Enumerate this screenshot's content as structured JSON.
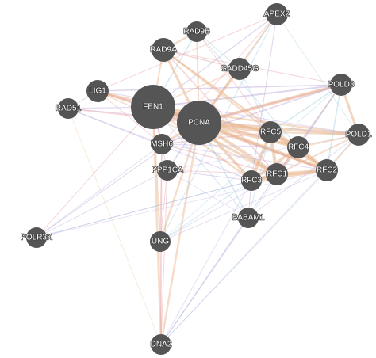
{
  "network": {
    "edge_colors": [
      "#e8b48a",
      "#b7a4d6",
      "#9fcfe0",
      "#e8a3a8",
      "#c7b8e4",
      "#f0c79a"
    ],
    "node_color": "#555555",
    "nodes": [
      {
        "id": "APEX2",
        "label": "APEX2"
      },
      {
        "id": "RAD9B",
        "label": "RAD9B"
      },
      {
        "id": "RAD9A",
        "label": "RAD9A"
      },
      {
        "id": "GADD45G",
        "label": "GADD45G"
      },
      {
        "id": "LIG1",
        "label": "LIG1"
      },
      {
        "id": "RAD51",
        "label": "RAD51"
      },
      {
        "id": "FEN1",
        "label": "FEN1"
      },
      {
        "id": "PCNA",
        "label": "PCNA"
      },
      {
        "id": "POLD3",
        "label": "POLD3"
      },
      {
        "id": "RFC5",
        "label": "RFC5"
      },
      {
        "id": "POLD1",
        "label": "POLD1"
      },
      {
        "id": "RFC4",
        "label": "RFC4"
      },
      {
        "id": "MSH6",
        "label": "MSH6"
      },
      {
        "id": "PPP1CA",
        "label": "PPP1CA"
      },
      {
        "id": "RFC3",
        "label": "RFC3"
      },
      {
        "id": "RFC1",
        "label": "RFC1"
      },
      {
        "id": "RFC2",
        "label": "RFC2"
      },
      {
        "id": "BABAM1",
        "label": "BABAM1"
      },
      {
        "id": "POLR3K",
        "label": "POLR3K"
      },
      {
        "id": "UNG",
        "label": "UNG"
      },
      {
        "id": "DNA2",
        "label": "DNA2"
      }
    ],
    "edges": [
      [
        "FEN1",
        "PCNA",
        0,
        6
      ],
      [
        "FEN1",
        "PCNA",
        3,
        3
      ],
      [
        "FEN1",
        "RFC5",
        0,
        3
      ],
      [
        "FEN1",
        "RFC4",
        0,
        2.5
      ],
      [
        "FEN1",
        "RFC1",
        0,
        3
      ],
      [
        "FEN1",
        "RFC2",
        0,
        3
      ],
      [
        "FEN1",
        "RFC3",
        0,
        2.5
      ],
      [
        "FEN1",
        "POLD1",
        0,
        2.5
      ],
      [
        "FEN1",
        "POLD3",
        1,
        2
      ],
      [
        "FEN1",
        "LIG1",
        3,
        2
      ],
      [
        "FEN1",
        "RAD9A",
        0,
        2
      ],
      [
        "FEN1",
        "RAD9B",
        2,
        1.5
      ],
      [
        "FEN1",
        "GADD45G",
        0,
        1.5
      ],
      [
        "FEN1",
        "APEX2",
        1,
        1.2
      ],
      [
        "FEN1",
        "RAD51",
        4,
        1.5
      ],
      [
        "FEN1",
        "MSH6",
        3,
        2
      ],
      [
        "FEN1",
        "UNG",
        0,
        2
      ],
      [
        "FEN1",
        "DNA2",
        0,
        2.5
      ],
      [
        "FEN1",
        "PPP1CA",
        1,
        1
      ],
      [
        "FEN1",
        "BABAM1",
        2,
        1
      ],
      [
        "FEN1",
        "POLR3K",
        3,
        1
      ],
      [
        "PCNA",
        "RFC5",
        0,
        4
      ],
      [
        "PCNA",
        "RFC4",
        0,
        4
      ],
      [
        "PCNA",
        "RFC1",
        0,
        4
      ],
      [
        "PCNA",
        "RFC2",
        0,
        4
      ],
      [
        "PCNA",
        "RFC3",
        0,
        3.5
      ],
      [
        "PCNA",
        "POLD1",
        0,
        4
      ],
      [
        "PCNA",
        "POLD3",
        0,
        4
      ],
      [
        "PCNA",
        "POLD3",
        3,
        2
      ],
      [
        "PCNA",
        "LIG1",
        0,
        3
      ],
      [
        "PCNA",
        "RAD9A",
        0,
        3
      ],
      [
        "PCNA",
        "RAD9B",
        0,
        2
      ],
      [
        "PCNA",
        "GADD45G",
        0,
        3
      ],
      [
        "PCNA",
        "APEX2",
        0,
        2
      ],
      [
        "PCNA",
        "RAD51",
        3,
        2
      ],
      [
        "PCNA",
        "MSH6",
        0,
        3
      ],
      [
        "PCNA",
        "UNG",
        0,
        2.5
      ],
      [
        "PCNA",
        "DNA2",
        0,
        2.5
      ],
      [
        "PCNA",
        "PPP1CA",
        1,
        1.5
      ],
      [
        "PCNA",
        "BABAM1",
        2,
        1.5
      ],
      [
        "PCNA",
        "POLR3K",
        1,
        1
      ],
      [
        "RFC5",
        "RFC4",
        0,
        4
      ],
      [
        "RFC5",
        "RFC1",
        0,
        4
      ],
      [
        "RFC5",
        "RFC2",
        0,
        4
      ],
      [
        "RFC5",
        "RFC3",
        0,
        4
      ],
      [
        "RFC4",
        "RFC1",
        0,
        4
      ],
      [
        "RFC4",
        "RFC2",
        0,
        4
      ],
      [
        "RFC4",
        "RFC3",
        0,
        3.5
      ],
      [
        "RFC1",
        "RFC2",
        0,
        4
      ],
      [
        "RFC1",
        "RFC3",
        0,
        4
      ],
      [
        "RFC2",
        "RFC3",
        0,
        4
      ],
      [
        "POLD1",
        "POLD3",
        0,
        3
      ],
      [
        "POLD1",
        "RFC5",
        0,
        2
      ],
      [
        "POLD1",
        "RFC4",
        0,
        2
      ],
      [
        "POLD1",
        "RFC2",
        0,
        2
      ],
      [
        "POLD1",
        "RFC1",
        0,
        2
      ],
      [
        "POLD3",
        "RFC5",
        2,
        1.5
      ],
      [
        "POLD3",
        "RFC4",
        1,
        1.5
      ],
      [
        "POLD3",
        "RFC1",
        3,
        1.5
      ],
      [
        "POLD3",
        "RFC2",
        2,
        1.5
      ],
      [
        "POLD3",
        "LIG1",
        1,
        1.5
      ],
      [
        "POLD3",
        "RAD9A",
        3,
        1
      ],
      [
        "POLD3",
        "MSH6",
        1,
        1.5
      ],
      [
        "RAD9A",
        "RAD9B",
        0,
        2.5
      ],
      [
        "RAD9A",
        "GADD45G",
        3,
        1.5
      ],
      [
        "RAD9A",
        "RFC5",
        0,
        2
      ],
      [
        "RAD9A",
        "RFC4",
        0,
        1.5
      ],
      [
        "RAD9A",
        "RFC2",
        0,
        1.5
      ],
      [
        "RAD9A",
        "RFC1",
        3,
        1.5
      ],
      [
        "RAD9B",
        "RFC4",
        2,
        1
      ],
      [
        "RAD9B",
        "GADD45G",
        2,
        1
      ],
      [
        "RAD9B",
        "RFC5",
        3,
        1
      ],
      [
        "APEX2",
        "GADD45G",
        2,
        1
      ],
      [
        "APEX2",
        "MSH6",
        3,
        1
      ],
      [
        "APEX2",
        "RFC3",
        1,
        1
      ],
      [
        "APEX2",
        "UNG",
        2,
        1
      ],
      [
        "APEX2",
        "LIG1",
        3,
        1
      ],
      [
        "APEX2",
        "POLD1",
        2,
        0.8
      ],
      [
        "GADD45G",
        "RFC5",
        2,
        1
      ],
      [
        "LIG1",
        "RFC5",
        0,
        1.5
      ],
      [
        "LIG1",
        "RFC2",
        3,
        1.2
      ],
      [
        "LIG1",
        "RFC1",
        0,
        1.5
      ],
      [
        "LIG1",
        "POLD1",
        4,
        1.2
      ],
      [
        "LIG1",
        "RAD51",
        1,
        1
      ],
      [
        "LIG1",
        "MSH6",
        3,
        1
      ],
      [
        "RAD51",
        "MSH6",
        4,
        1
      ],
      [
        "RAD51",
        "RFC3",
        1,
        1
      ],
      [
        "RAD51",
        "POLD1",
        4,
        0.8
      ],
      [
        "RAD51",
        "DNA2",
        5,
        0.8
      ],
      [
        "MSH6",
        "RFC5",
        3,
        1.5
      ],
      [
        "MSH6",
        "RFC1",
        3,
        1.5
      ],
      [
        "MSH6",
        "RFC2",
        4,
        1.2
      ],
      [
        "MSH6",
        "UNG",
        3,
        1.5
      ],
      [
        "MSH6",
        "DNA2",
        3,
        1
      ],
      [
        "MSH6",
        "POLR3K",
        4,
        1
      ],
      [
        "MSH6",
        "RFC4",
        4,
        1.2
      ],
      [
        "UNG",
        "RFC3",
        2,
        1
      ],
      [
        "UNG",
        "DNA2",
        3,
        1.5
      ],
      [
        "UNG",
        "RFC1",
        4,
        1
      ],
      [
        "UNG",
        "POLD3",
        2,
        0.8
      ],
      [
        "UNG",
        "RFC2",
        1,
        0.8
      ],
      [
        "DNA2",
        "RFC1",
        1,
        1
      ],
      [
        "DNA2",
        "RFC3",
        4,
        1
      ],
      [
        "DNA2",
        "POLD3",
        2,
        0.8
      ],
      [
        "DNA2",
        "RFC2",
        1,
        0.8
      ],
      [
        "DNA2",
        "BABAM1",
        4,
        0.8
      ],
      [
        "DNA2",
        "PPP1CA",
        3,
        1
      ],
      [
        "DNA2",
        "POLD1",
        2,
        0.8
      ],
      [
        "BABAM1",
        "RFC3",
        1,
        1
      ],
      [
        "BABAM1",
        "RFC5",
        2,
        1
      ],
      [
        "BABAM1",
        "POLD1",
        1,
        0.8
      ],
      [
        "BABAM1",
        "PPP1CA",
        4,
        0.8
      ],
      [
        "POLR3K",
        "RFC3",
        1,
        1
      ],
      [
        "POLR3K",
        "RFC2",
        4,
        0.8
      ],
      [
        "POLR3K",
        "PPP1CA",
        1,
        0.8
      ],
      [
        "POLR3K",
        "RFC1",
        2,
        0.8
      ],
      [
        "PPP1CA",
        "RFC1",
        3,
        1
      ],
      [
        "PPP1CA",
        "RFC3",
        1,
        1
      ],
      [
        "PPP1CA",
        "POLD1",
        4,
        0.8
      ],
      [
        "PPP1CA",
        "UNG",
        3,
        1
      ]
    ]
  }
}
